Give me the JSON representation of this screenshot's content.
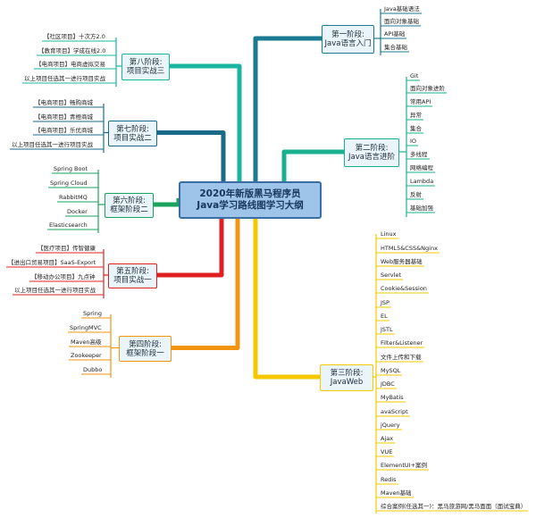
{
  "title": {
    "line1": "2020年新版黑马程序员",
    "line2": "Java学习路线图学习大纲"
  },
  "stages": [
    {
      "key": "s1",
      "line1": "第一阶段:",
      "line2": "Java语言入门",
      "color": "#1a7a91",
      "items": [
        "Java基础语法",
        "面向对象基础",
        "API基础",
        "集合基础"
      ]
    },
    {
      "key": "s2",
      "line1": "第二阶段:",
      "line2": "Java语言进阶",
      "color": "#19b08f",
      "items": [
        "Git",
        "面向对象进阶",
        "常用API",
        "异常",
        "集合",
        "IO",
        "多线程",
        "网络编程",
        "Lambda",
        "反射",
        "基础加强"
      ]
    },
    {
      "key": "s3",
      "line1": "第三阶段:",
      "line2": "JavaWeb",
      "color": "#f5c800",
      "items": [
        "Linux",
        "HTML5&CSS&Nginx",
        "Web服务器基础",
        "Servlet",
        "Cookie&Session",
        "JSP",
        "EL",
        "JSTL",
        "Filter&Listener",
        "文件上传和下载",
        "MySQL",
        "JDBC",
        "MyBatis",
        "avaScript",
        "jQuery",
        "Ajax",
        "VUE",
        "ElementUI+案例",
        "Redis",
        "Maven基础",
        "综合案例(任选其一)：黑马旅游网/黑马面面（面试宝典）"
      ]
    },
    {
      "key": "s4",
      "line1": "第四阶段:",
      "line2": "框架阶段一",
      "color": "#f29410",
      "items": [
        "Spring",
        "SpringMVC",
        "Maven高级",
        "Zookeeper",
        "Dubbo"
      ]
    },
    {
      "key": "s5",
      "line1": "第五阶段:",
      "line2": "项目实战一",
      "color": "#e02020",
      "items": [
        "【医疗项目】传智健康",
        "【进出口贸易项目】SaaS-Export",
        "【移动办公项目】九点钟",
        "以上项目任选其一进行项目实战"
      ]
    },
    {
      "key": "s6",
      "line1": "第六阶段:",
      "line2": "框架阶段二",
      "color": "#1aa35c",
      "items": [
        "Spring Boot",
        "Spring Cloud",
        "RabbitMQ",
        "Docker",
        "Elasticsearch"
      ]
    },
    {
      "key": "s7",
      "line1": "第七阶段:",
      "line2": "项目实战二",
      "color": "#1a6a8a",
      "items": [
        "【电商项目】畅购商城",
        "【电商项目】青橙商城",
        "【电商项目】乐优商城",
        "以上项目任选其一进行项目实战"
      ]
    },
    {
      "key": "s8",
      "line1": "第八阶段:",
      "line2": "项目实战三",
      "color": "#19b5a0",
      "items": [
        "【社区项目】十次方2.0",
        "【教育项目】学成在线2.0",
        "【电商项目】电商虚拟交易",
        "以上项目任选其一进行项目实战"
      ]
    }
  ]
}
